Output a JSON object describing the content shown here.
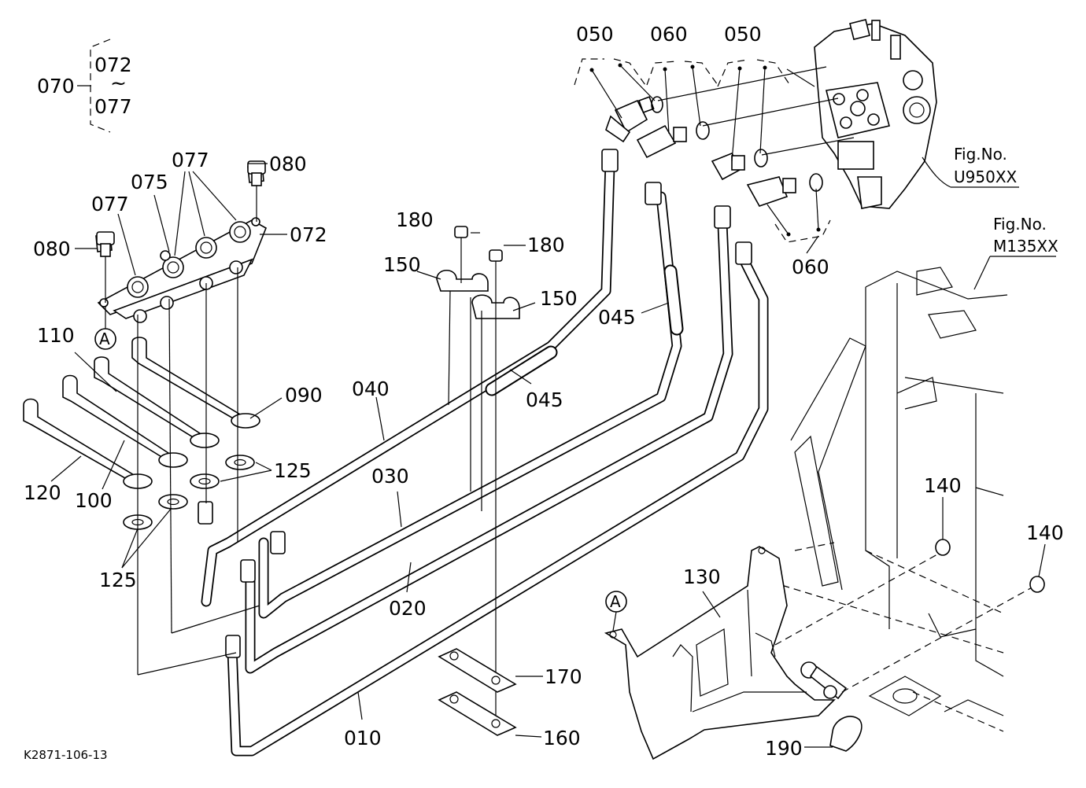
{
  "drawing_code": "K2871-106-13",
  "group": {
    "parent": "070",
    "from": "072",
    "tilde": "~",
    "to": "077"
  },
  "figure_refs": [
    {
      "title": "Fig.No.",
      "number": "U950XX"
    },
    {
      "title": "Fig.No.",
      "number": "M135XX"
    }
  ],
  "reference_markers": [
    "A",
    "A"
  ],
  "parts": [
    "050",
    "060",
    "050",
    "080",
    "077",
    "075",
    "077",
    "072",
    "080",
    "180",
    "180",
    "150",
    "150",
    "045",
    "045",
    "060",
    "110",
    "090",
    "040",
    "030",
    "020",
    "010",
    "125",
    "125",
    "120",
    "100",
    "140",
    "140",
    "130",
    "170",
    "160",
    "190"
  ]
}
